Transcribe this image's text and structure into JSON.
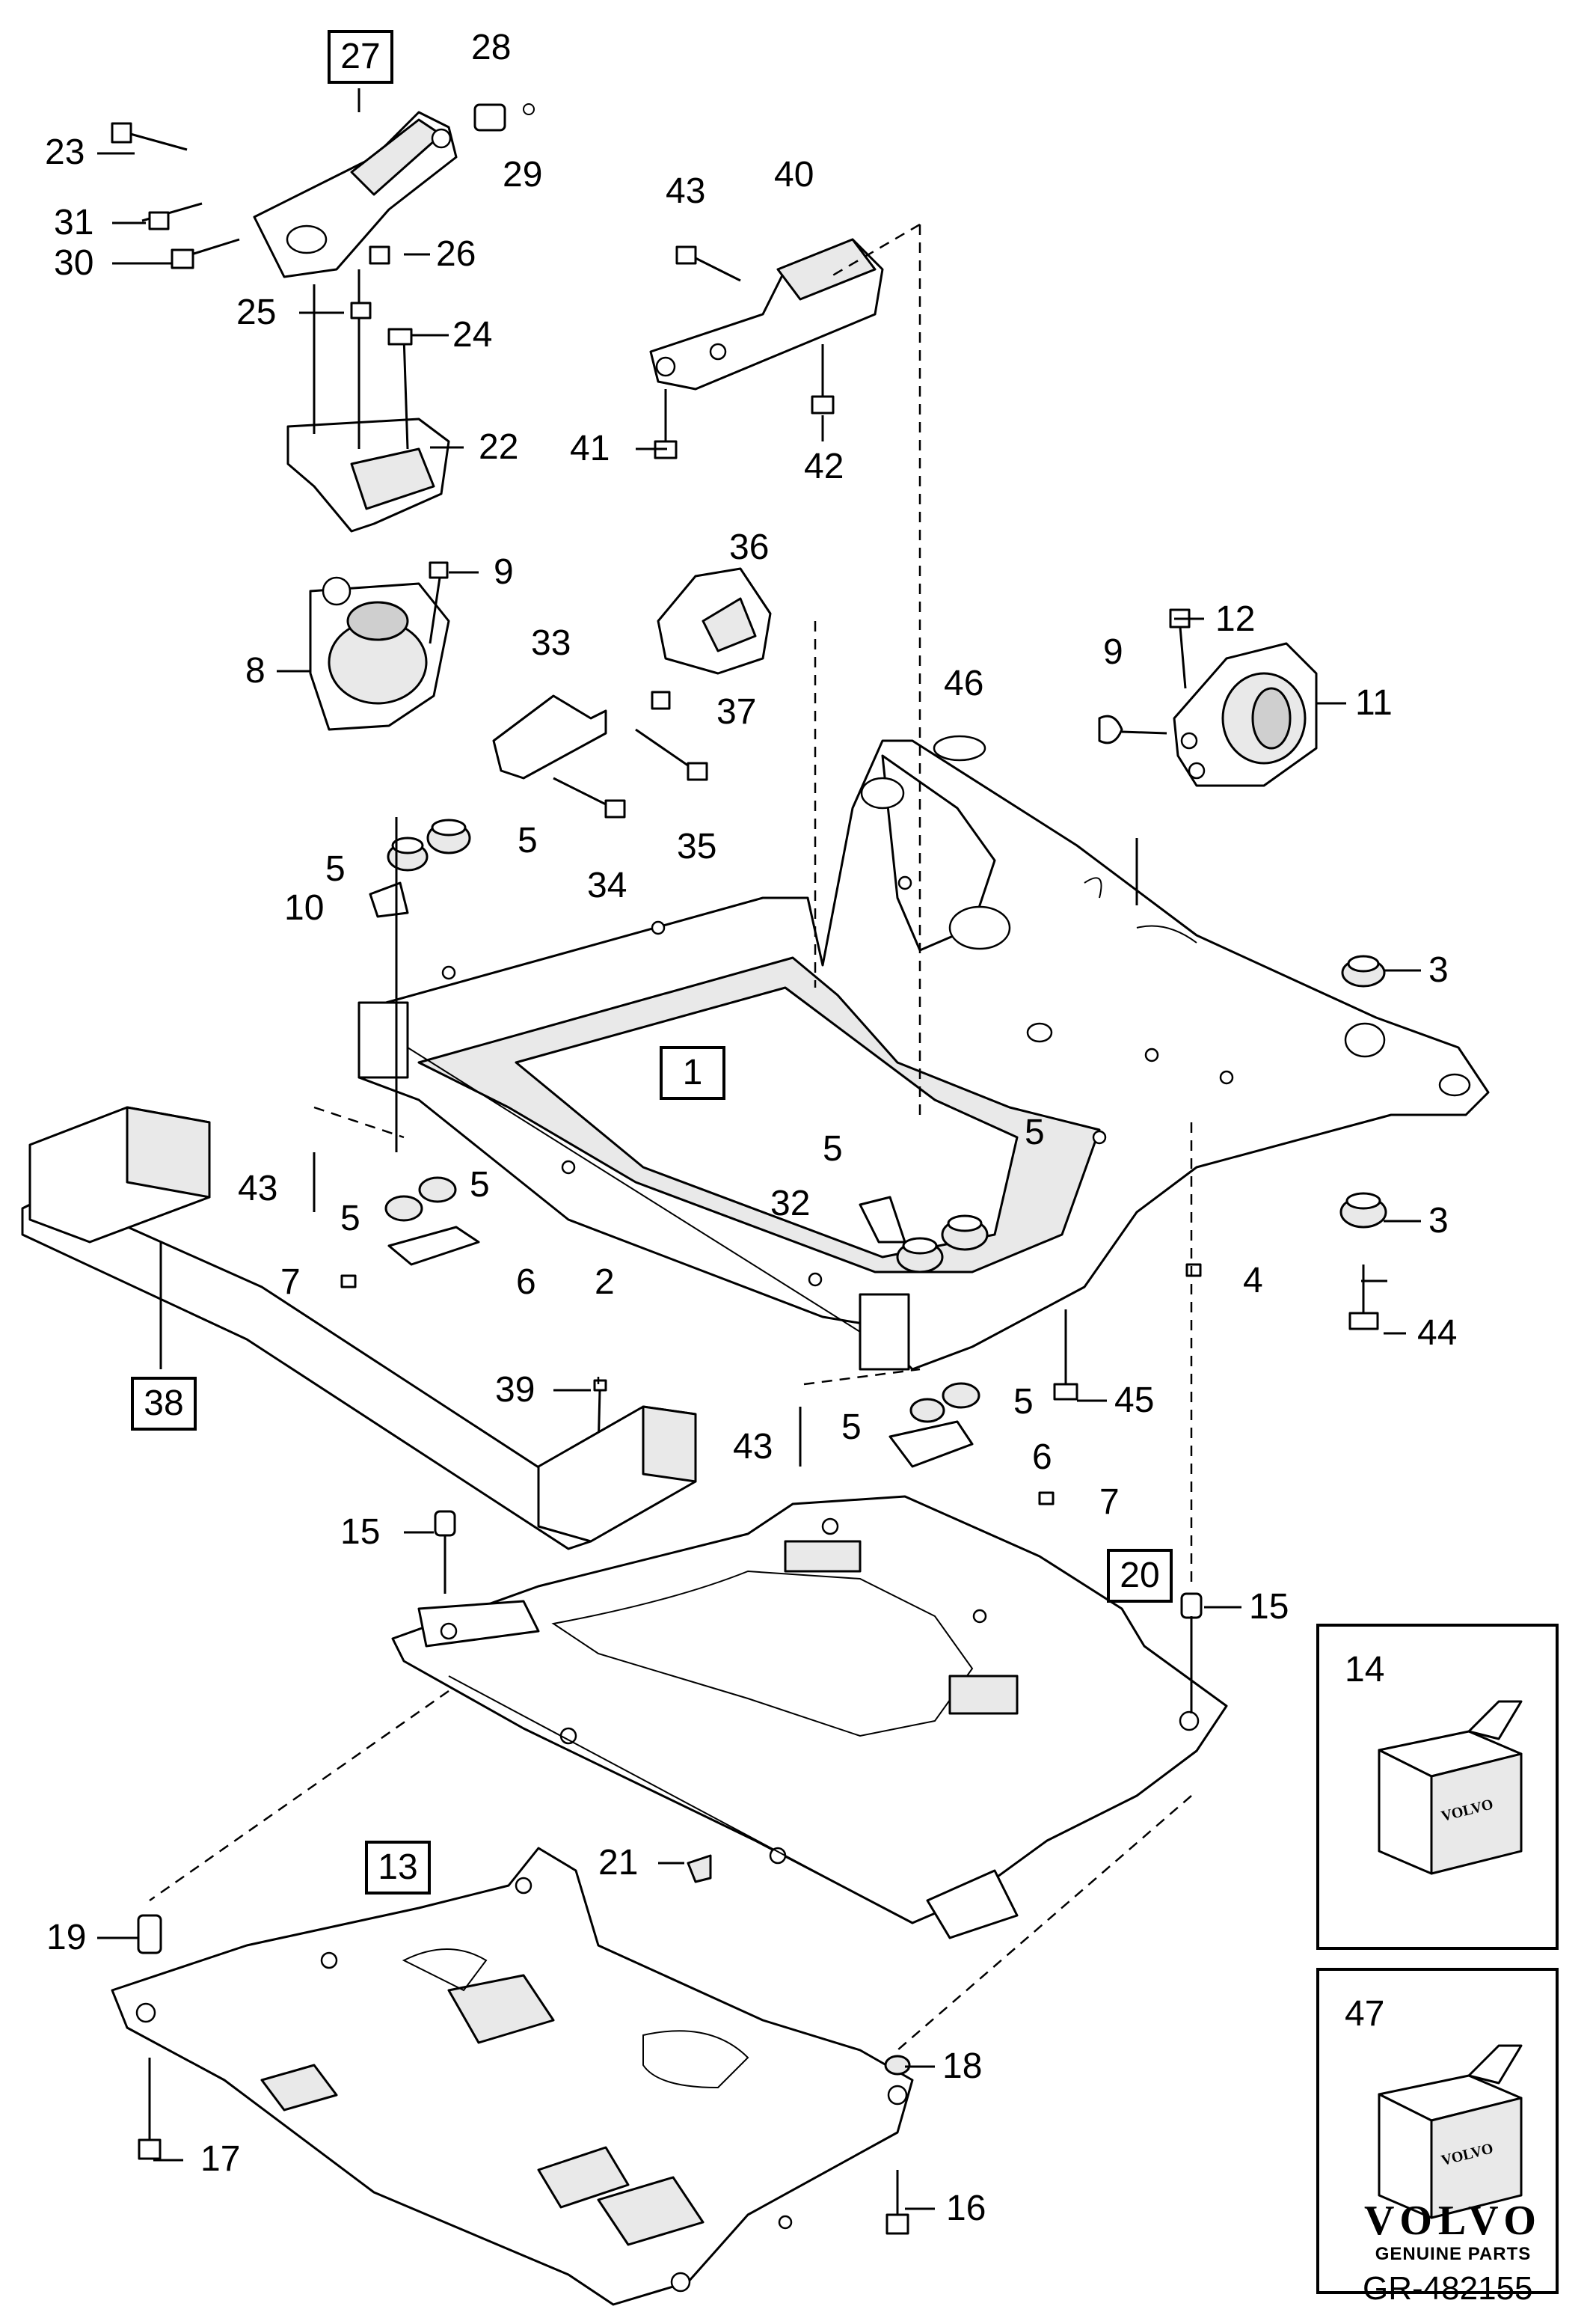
{
  "callouts": [
    {
      "id": "27",
      "boxed": true
    },
    {
      "id": "28"
    },
    {
      "id": "29"
    },
    {
      "id": "23"
    },
    {
      "id": "31"
    },
    {
      "id": "30"
    },
    {
      "id": "26"
    },
    {
      "id": "25"
    },
    {
      "id": "24"
    },
    {
      "id": "22"
    },
    {
      "id": "9a",
      "text": "9"
    },
    {
      "id": "8"
    },
    {
      "id": "43a",
      "text": "43"
    },
    {
      "id": "40"
    },
    {
      "id": "41"
    },
    {
      "id": "42"
    },
    {
      "id": "36"
    },
    {
      "id": "33"
    },
    {
      "id": "37"
    },
    {
      "id": "35"
    },
    {
      "id": "34"
    },
    {
      "id": "46"
    },
    {
      "id": "12"
    },
    {
      "id": "9b",
      "text": "9"
    },
    {
      "id": "11"
    },
    {
      "id": "5a",
      "text": "5"
    },
    {
      "id": "5b",
      "text": "5"
    },
    {
      "id": "10"
    },
    {
      "id": "3a",
      "text": "3"
    },
    {
      "id": "1",
      "boxed": true
    },
    {
      "id": "5c",
      "text": "5"
    },
    {
      "id": "5d",
      "text": "5"
    },
    {
      "id": "43b",
      "text": "43"
    },
    {
      "id": "5e",
      "text": "5"
    },
    {
      "id": "5f",
      "text": "5"
    },
    {
      "id": "32"
    },
    {
      "id": "3b",
      "text": "3"
    },
    {
      "id": "7a",
      "text": "7"
    },
    {
      "id": "6a",
      "text": "6"
    },
    {
      "id": "2"
    },
    {
      "id": "4"
    },
    {
      "id": "44"
    },
    {
      "id": "38",
      "boxed": true
    },
    {
      "id": "39"
    },
    {
      "id": "5g",
      "text": "5"
    },
    {
      "id": "5h",
      "text": "5"
    },
    {
      "id": "45"
    },
    {
      "id": "43c",
      "text": "43"
    },
    {
      "id": "6b",
      "text": "6"
    },
    {
      "id": "7b",
      "text": "7"
    },
    {
      "id": "15a",
      "text": "15"
    },
    {
      "id": "20",
      "boxed": true
    },
    {
      "id": "15b",
      "text": "15"
    },
    {
      "id": "21"
    },
    {
      "id": "13",
      "boxed": true
    },
    {
      "id": "19"
    },
    {
      "id": "18"
    },
    {
      "id": "17"
    },
    {
      "id": "16"
    }
  ],
  "labels": {
    "c27": "27",
    "c28": "28",
    "c29": "29",
    "c23": "23",
    "c31": "31",
    "c30": "30",
    "c26": "26",
    "c25": "25",
    "c24": "24",
    "c22": "22",
    "c9a": "9",
    "c8": "8",
    "c43a": "43",
    "c40": "40",
    "c41": "41",
    "c42": "42",
    "c36": "36",
    "c33": "33",
    "c37": "37",
    "c35": "35",
    "c34": "34",
    "c46": "46",
    "c12": "12",
    "c9b": "9",
    "c11": "11",
    "c5a": "5",
    "c5b": "5",
    "c10": "10",
    "c3a": "3",
    "c1": "1",
    "c5c": "5",
    "c5d": "5",
    "c43b": "43",
    "c5e": "5",
    "c5f": "5",
    "c32": "32",
    "c3b": "3",
    "c7a": "7",
    "c6a": "6",
    "c2": "2",
    "c4": "4",
    "c44": "44",
    "c38": "38",
    "c39": "39",
    "c5g": "5",
    "c5h": "5",
    "c45": "45",
    "c43c": "43",
    "c6b": "6",
    "c7b": "7",
    "c15a": "15",
    "c20": "20",
    "c15b": "15",
    "c21": "21",
    "c13": "13",
    "c19": "19",
    "c18": "18",
    "c17": "17",
    "c16": "16"
  },
  "kits": [
    {
      "number": "14",
      "brand": "VOLVO"
    },
    {
      "number": "47",
      "brand": "VOLVO"
    }
  ],
  "logo": {
    "brand": "VOLVO",
    "subtitle": "GENUINE PARTS"
  },
  "figure_id": "GR-482155"
}
